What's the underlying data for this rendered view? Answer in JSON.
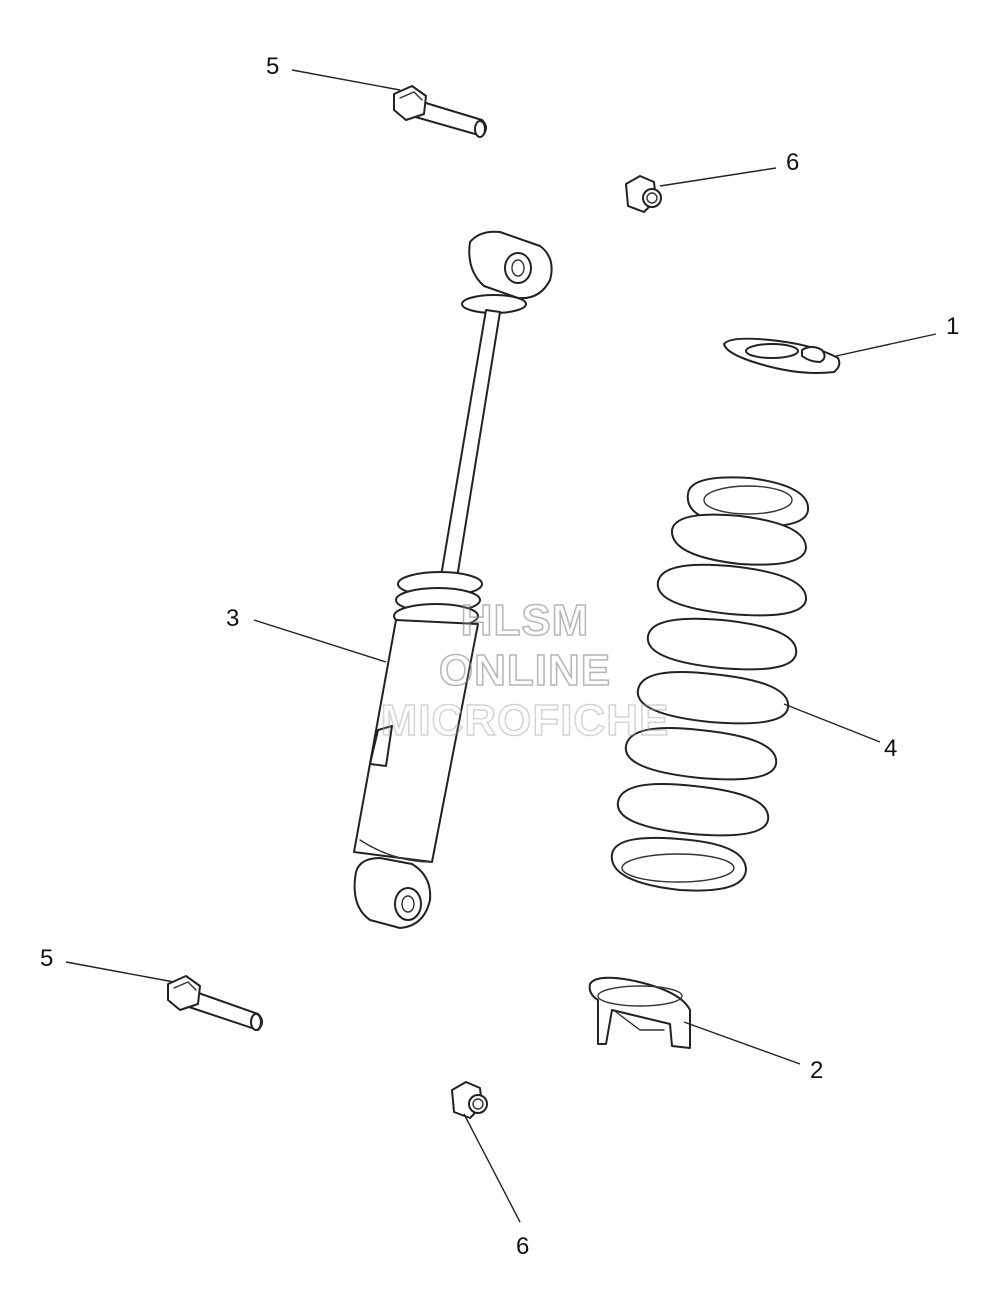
{
  "callouts": {
    "c1": "1",
    "c2": "2",
    "c3": "3",
    "c4": "4",
    "c5_top": "5",
    "c5_bottom": "5",
    "c6_top": "6",
    "c6_bottom": "6"
  },
  "watermark": {
    "line1": "HLSM",
    "line2": "ONLINE",
    "line3": "MICROFICHE"
  }
}
